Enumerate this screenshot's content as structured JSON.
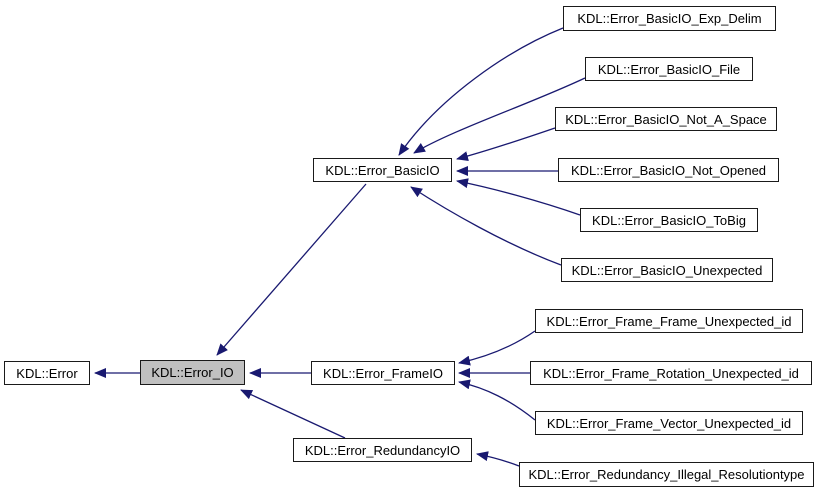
{
  "diagram": {
    "type": "class-inheritance-graph",
    "background_color": "#ffffff",
    "edge_color": "#191970",
    "node_border_color": "#1a1a1a",
    "node_fill_color": "#ffffff",
    "selected_node_fill_color": "#c0c0c0",
    "selected_node": "KDL::Error_IO",
    "nodes": [
      {
        "id": "error",
        "label": "KDL::Error",
        "selected": false
      },
      {
        "id": "error_io",
        "label": "KDL::Error_IO",
        "selected": true
      },
      {
        "id": "error_basicio",
        "label": "KDL::Error_BasicIO",
        "selected": false
      },
      {
        "id": "error_frameio",
        "label": "KDL::Error_FrameIO",
        "selected": false
      },
      {
        "id": "error_redundancyio",
        "label": "KDL::Error_RedundancyIO",
        "selected": false
      },
      {
        "id": "basicio_exp_delim",
        "label": "KDL::Error_BasicIO_Exp_Delim",
        "selected": false
      },
      {
        "id": "basicio_file",
        "label": "KDL::Error_BasicIO_File",
        "selected": false
      },
      {
        "id": "basicio_not_a_space",
        "label": "KDL::Error_BasicIO_Not_A_Space",
        "selected": false
      },
      {
        "id": "basicio_not_opened",
        "label": "KDL::Error_BasicIO_Not_Opened",
        "selected": false
      },
      {
        "id": "basicio_tobig",
        "label": "KDL::Error_BasicIO_ToBig",
        "selected": false
      },
      {
        "id": "basicio_unexpected",
        "label": "KDL::Error_BasicIO_Unexpected",
        "selected": false
      },
      {
        "id": "frame_frame_unexpected_id",
        "label": "KDL::Error_Frame_Frame_Unexpected_id",
        "selected": false
      },
      {
        "id": "frame_rotation_unexpected_id",
        "label": "KDL::Error_Frame_Rotation_Unexpected_id",
        "selected": false
      },
      {
        "id": "frame_vector_unexpected_id",
        "label": "KDL::Error_Frame_Vector_Unexpected_id",
        "selected": false
      },
      {
        "id": "redundancy_illegal_resolutiontype",
        "label": "KDL::Error_Redundancy_Illegal_Resolutiontype",
        "selected": false
      }
    ],
    "edges": [
      {
        "from": "error_io",
        "to": "error"
      },
      {
        "from": "error_basicio",
        "to": "error_io"
      },
      {
        "from": "error_frameio",
        "to": "error_io"
      },
      {
        "from": "error_redundancyio",
        "to": "error_io"
      },
      {
        "from": "basicio_exp_delim",
        "to": "error_basicio"
      },
      {
        "from": "basicio_file",
        "to": "error_basicio"
      },
      {
        "from": "basicio_not_a_space",
        "to": "error_basicio"
      },
      {
        "from": "basicio_not_opened",
        "to": "error_basicio"
      },
      {
        "from": "basicio_tobig",
        "to": "error_basicio"
      },
      {
        "from": "basicio_unexpected",
        "to": "error_basicio"
      },
      {
        "from": "frame_frame_unexpected_id",
        "to": "error_frameio"
      },
      {
        "from": "frame_rotation_unexpected_id",
        "to": "error_frameio"
      },
      {
        "from": "frame_vector_unexpected_id",
        "to": "error_frameio"
      },
      {
        "from": "redundancy_illegal_resolutiontype",
        "to": "error_redundancyio"
      }
    ]
  }
}
